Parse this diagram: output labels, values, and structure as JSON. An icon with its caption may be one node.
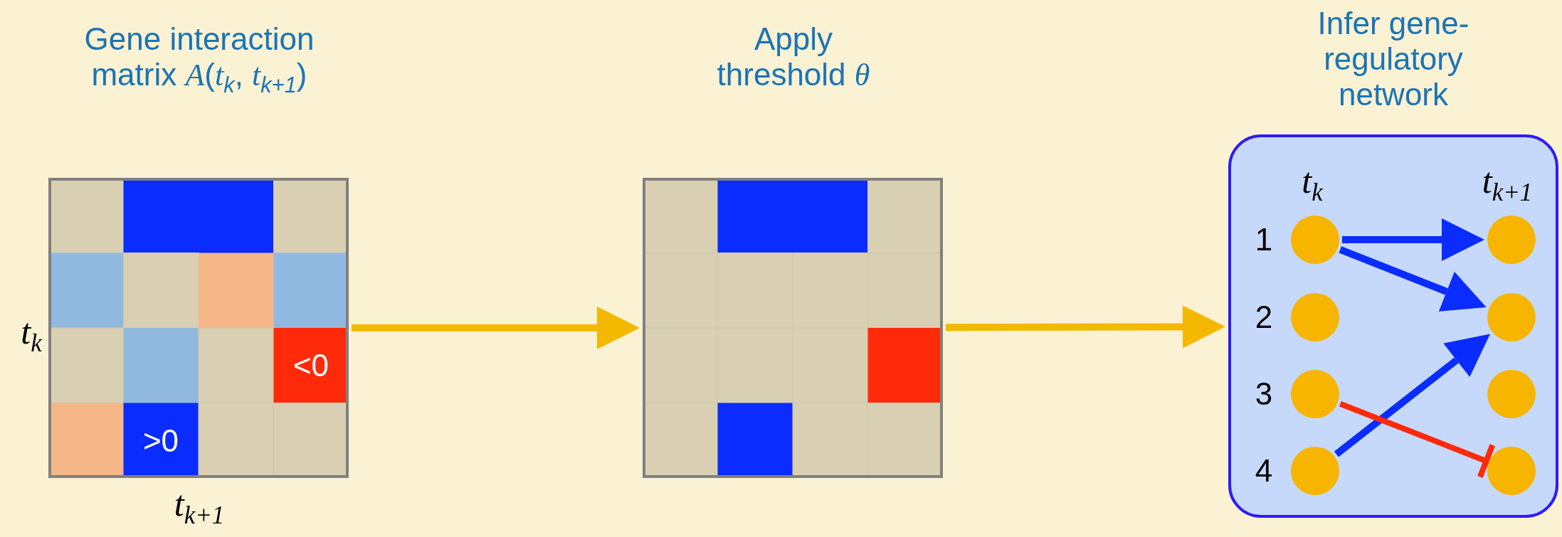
{
  "diagram": {
    "nodes": [
      {
        "text": [
          "Gene interaction matrix *A*(*t*$_{k}$, *t*$_{k+1}$)"
        ]
      },
      {
        "text": [
          "Apply threshold *θ*"
        ]
      },
      {
        "text": [
          "Infer gene-regulatory network"
        ]
      },
      {
        "text": [],
        "shape": "circle",
        "in": 2,
        "beside": [
          "1"
        ]
      },
      {
        "text": [],
        "shape": "circle",
        "in": 2,
        "beside": [
          "2"
        ]
      },
      {
        "text": [],
        "shape": "circle",
        "in": 2,
        "beside": [
          "3"
        ]
      },
      {
        "text": [],
        "shape": "circle",
        "in": 2,
        "beside": [
          "4"
        ]
      },
      {
        "text": [],
        "shape": "circle",
        "in": 2
      },
      {
        "text": [],
        "shape": "circle",
        "in": 2
      },
      {
        "text": [],
        "shape": "circle",
        "in": 2
      },
      {
        "text": [],
        "shape": "circle",
        "in": 2
      }
    ],
    "edges": [
      {
        "from": 0,
        "to": 1,
        "arrow": "to",
        "color": "#f5b800"
      },
      {
        "from": 1,
        "to": 2,
        "arrow": "to",
        "color": "#f5b800"
      },
      {
        "from": 3,
        "to": 7,
        "arrow": "to",
        "color": "#0a2cff"
      },
      {
        "from": 3,
        "to": 8,
        "arrow": "to",
        "color": "#0a2cff"
      },
      {
        "from": 6,
        "to": 8,
        "arrow": "to",
        "color": "#0a2cff"
      },
      {
        "from": 5,
        "to": 10,
        "arrow": "other",
        "color": "#ff2a0a"
      }
    ],
    "labels": [
      "*t*$_{k}$",
      "<0",
      ">0",
      "*t*$_{k+1}$",
      "*t*$_{k}$",
      "*t*$_{k+1}$"
    ]
  }
}
